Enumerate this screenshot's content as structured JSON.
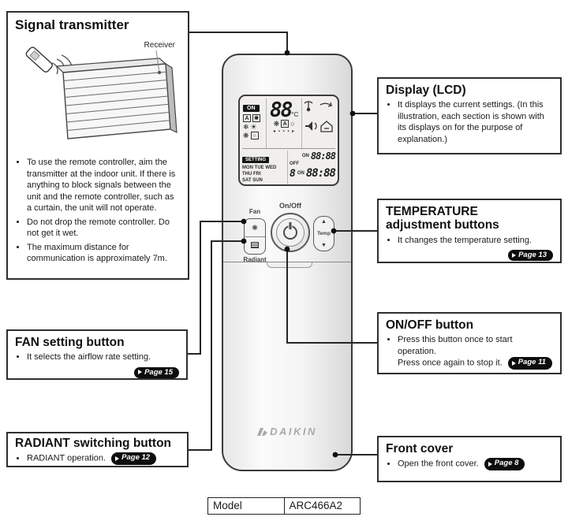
{
  "page": {
    "model_label": "Model",
    "model_value": "ARC466A2"
  },
  "callouts": {
    "signal_transmitter": {
      "title": "Signal transmitter",
      "receiver_label": "Receiver",
      "bullets": [
        "To use the remote controller, aim the transmitter at the indoor unit. If there is anything to block signals between the unit and the remote controller, such as a curtain, the unit will not operate.",
        "Do not drop the remote controller. Do not get it wet.",
        "The maximum distance for communication is approximately 7m."
      ]
    },
    "display_lcd": {
      "title": "Display (LCD)",
      "bullet": "It displays the current settings. (In this illustration, each section is shown with its displays on for the purpose of explanation.)"
    },
    "temperature": {
      "title": "TEMPERATURE\nadjustment buttons",
      "bullet": "It changes the temperature setting.",
      "page_badge": "Page 13"
    },
    "on_off": {
      "title": "ON/OFF button",
      "bullet_line1": "Press this button once to start operation.",
      "bullet_line2": "Press once again to stop it.",
      "page_badge": "Page 11"
    },
    "fan": {
      "title": "FAN setting button",
      "bullet": "It selects the airflow rate setting.",
      "page_badge": "Page 15"
    },
    "radiant": {
      "title": "RADIANT switching button",
      "bullet": "RADIANT operation.",
      "page_badge": "Page 12"
    },
    "front_cover": {
      "title": "Front cover",
      "bullet": "Open the front cover.",
      "page_badge": "Page 8"
    }
  },
  "remote": {
    "brand": "DAIKIN",
    "labels": {
      "fan": "Fan",
      "radiant": "Radiant",
      "onoff": "On/Off",
      "temp": "Temp"
    },
    "icons": {
      "auto_letter": "A",
      "fan": "❋",
      "snowflake": "❄",
      "sun": "☀",
      "drop": "○",
      "up": "▲",
      "down": "▼",
      "segments": "◂ ▪ ▪ ▪ ▸"
    },
    "lcd": {
      "on_badge": "ON",
      "temp_value": "88",
      "temp_unit": "°C",
      "setting_badge": "SETTING",
      "days_row1": "MON TUE WED",
      "days_row2": "THU FRI",
      "days_row3": "SAT SUN",
      "day_digit": "8",
      "timer_on": "ON",
      "timer_off": "OFF",
      "time1": "88:88",
      "time2": "88:88"
    }
  }
}
